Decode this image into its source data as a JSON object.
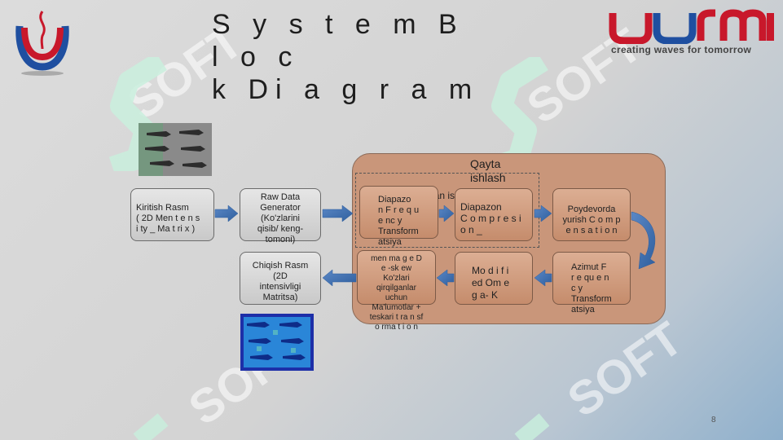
{
  "slide": {
    "title": "S y s t e m B l o c\nk Di a g r a m",
    "page_number": "8"
  },
  "brand": {
    "logo_text": "uurmi",
    "tagline": "creating waves for tomorrow",
    "watermark_text": "SOFT",
    "colors": {
      "logo_red": "#c8182b",
      "logo_blue": "#1f4fa0",
      "watermark_green": "#c9eedd",
      "panel": "#c9967a"
    }
  },
  "diagram": {
    "panel_title": "Qayta\nishlash",
    "preprocessing_label": "Oldindan ishlov berish",
    "input_box": "Kiritish Rasm\n( 2D Men t e n s\ni ty _ Ma t ri x )",
    "raw_data_box": "Raw Data\nGenerator\n(Ko'zlarini\nqisib/ keng-\ntomoni)",
    "range_fft_box": "Diapazo\nn F r e q u\ne nc y\nTransform\natsiya",
    "range_compression_box": "Diapazon\nC o m p r e s i\no n _",
    "rcm_box": "Poydevorda\nyurish C o m p\ne n s a t i o n",
    "azimuth_fft_box": "Azimut F\nr e qu e n\nc y\nTransform\natsiya",
    "modified_omega_box": "Mo d i f i\ned Om e\ng a- K",
    "image_data_box": "men ma g e D\ne -sk ew\nKo'zlari\nqirqilganlar\nuchun\nMa'lumotlar +\nteskari t ra n sf\no rma t i o n",
    "output_box": "Chiqish Rasm\n(2D\nintensivligi\nMatritsa)"
  }
}
